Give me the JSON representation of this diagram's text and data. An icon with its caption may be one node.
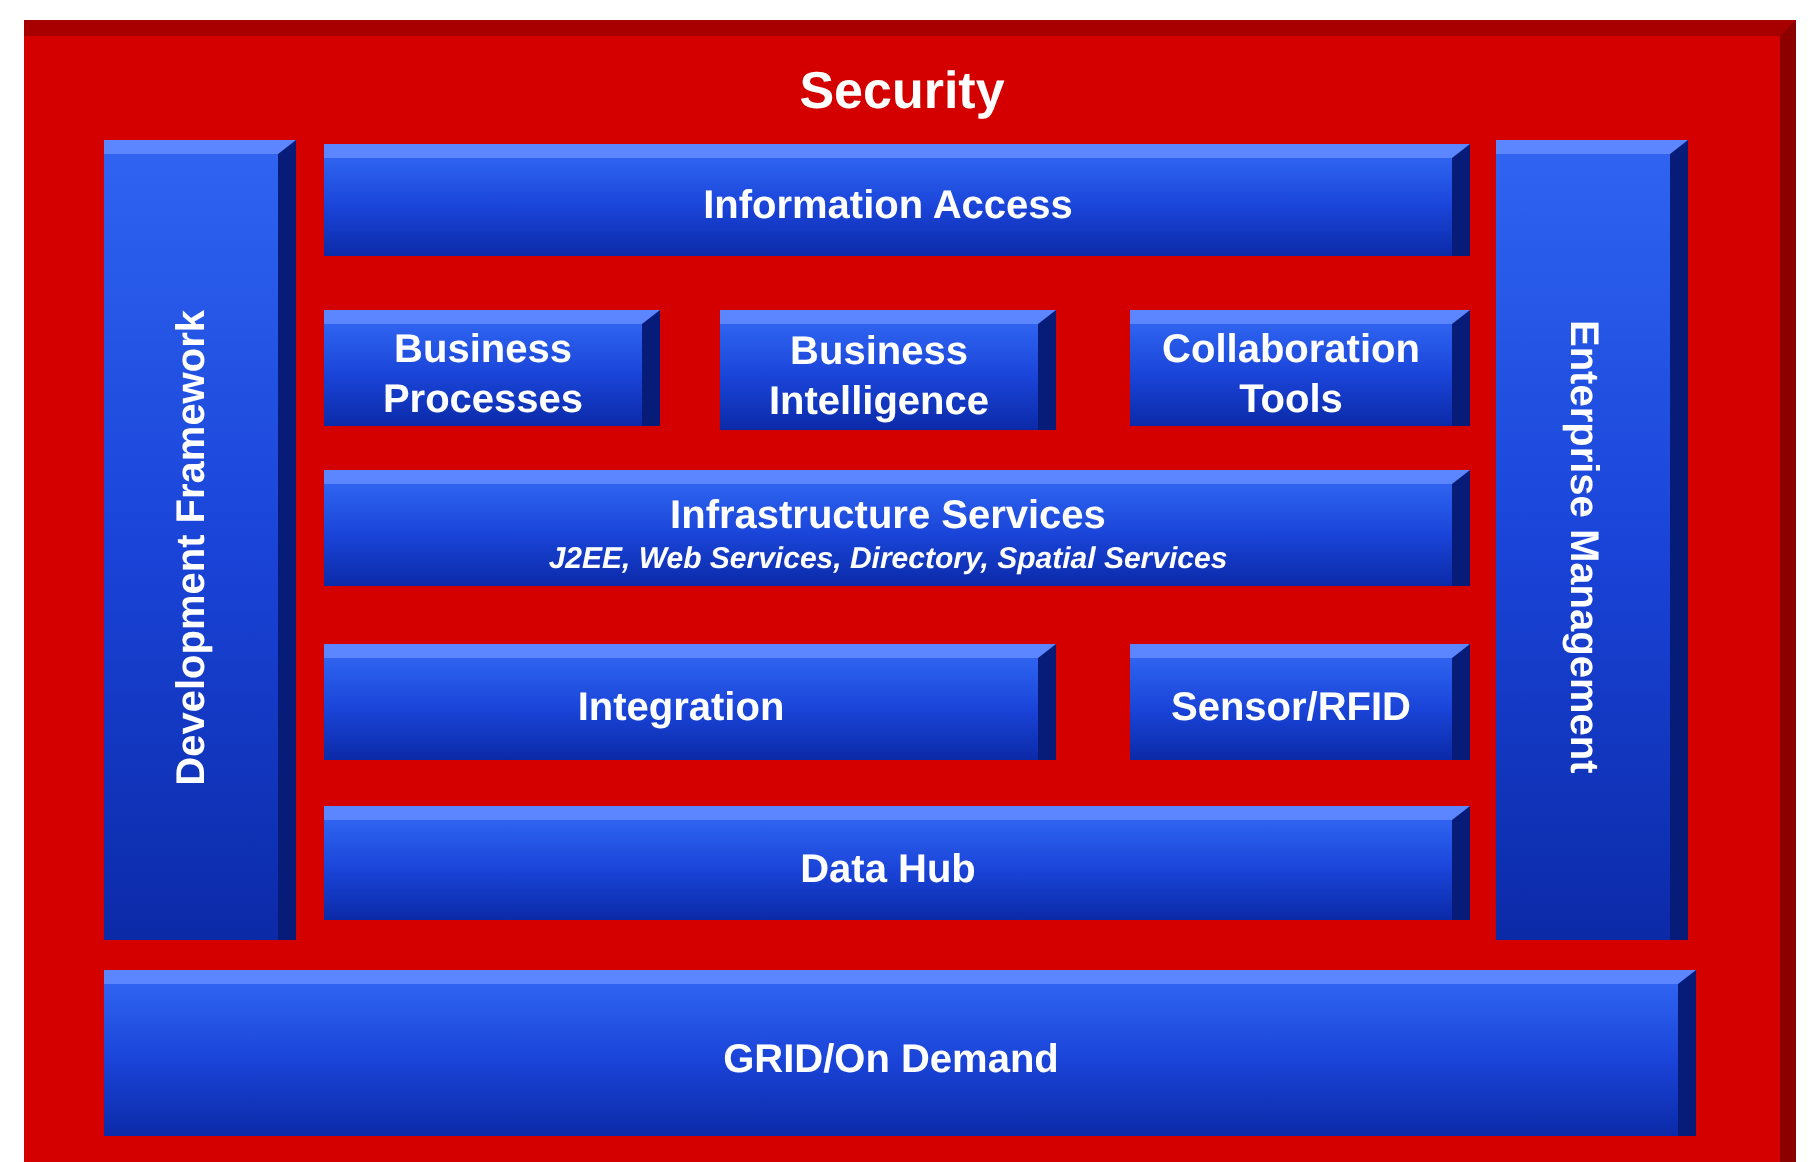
{
  "diagram": {
    "nodes": [
      {
        "text": [
          "Security"
        ]
      },
      {
        "text": [
          "Development Framework"
        ],
        "in": 0
      },
      {
        "text": [
          "Information Access"
        ],
        "in": 0
      },
      {
        "text": [
          "Business Processes"
        ],
        "in": 0
      },
      {
        "text": [
          "Business Intelligence"
        ],
        "in": 0
      },
      {
        "text": [
          "Collaboration Tools"
        ],
        "in": 0
      },
      {
        "text": [
          "Infrastructure Services",
          "J2EE, Web Services, Directory, Spatial Services"
        ],
        "in": 0
      },
      {
        "text": [
          "Integration"
        ],
        "in": 0
      },
      {
        "text": [
          "Sensor/RFID"
        ],
        "in": 0
      },
      {
        "text": [
          "Data Hub"
        ],
        "in": 0
      },
      {
        "text": [
          "Enterprise Management"
        ],
        "in": 0
      },
      {
        "text": [
          "GRID/On Demand"
        ],
        "in": 0
      }
    ]
  }
}
